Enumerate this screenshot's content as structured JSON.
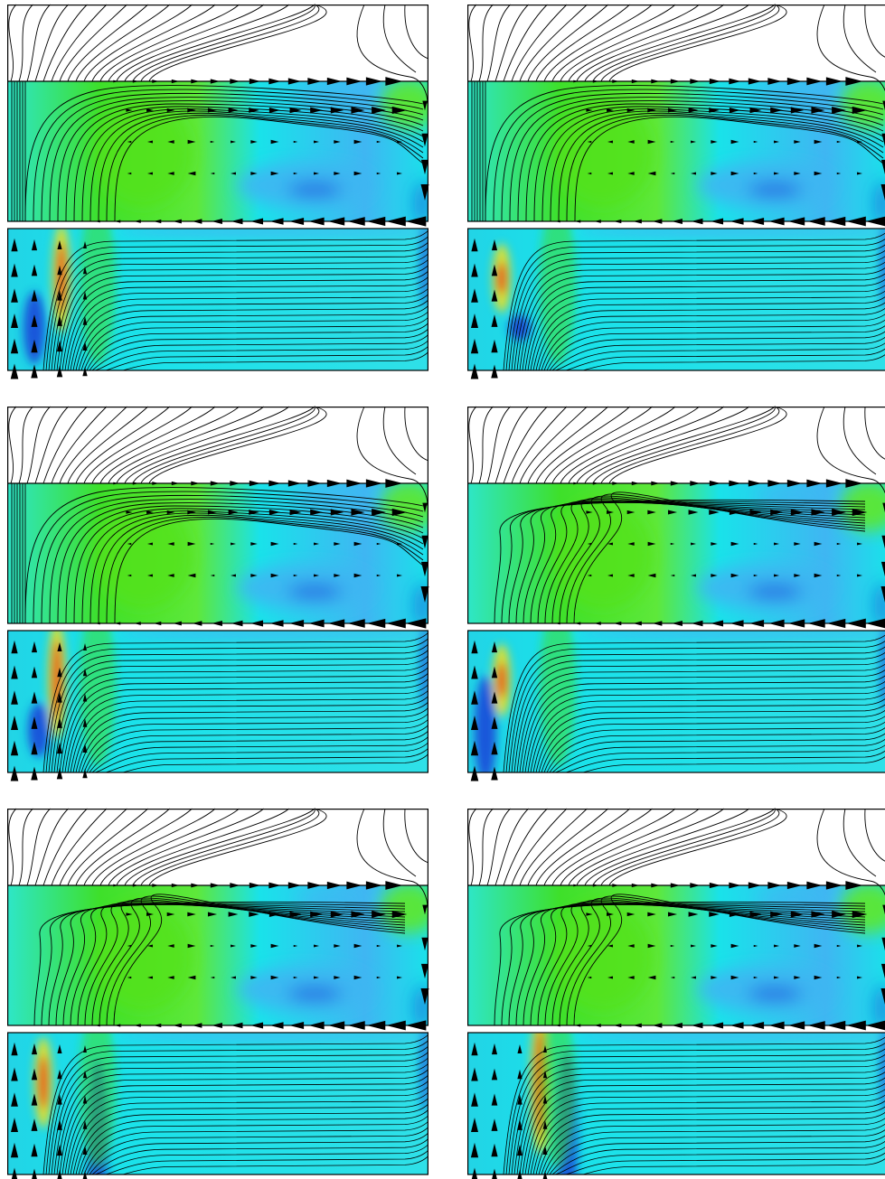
{
  "figure": {
    "panel_count": 6,
    "layout": {
      "rows": 3,
      "columns": 2
    },
    "panels": [
      {
        "id": "a",
        "upper": {
          "mode": "sheared-right"
        },
        "lower": {
          "hot": [
            60,
            40
          ],
          "blue": [
            30,
            40
          ]
        }
      },
      {
        "id": "b",
        "upper": {
          "mode": "sheared-right"
        },
        "lower": {
          "hot": [
            38,
            18
          ],
          "blue": [
            58,
            14
          ]
        }
      },
      {
        "id": "c",
        "upper": {
          "mode": "sheared-right"
        },
        "lower": {
          "hot": [
            55,
            45
          ],
          "blue": [
            35,
            30
          ]
        }
      },
      {
        "id": "d",
        "upper": {
          "mode": "folded"
        },
        "lower": {
          "hot": [
            38,
            20
          ],
          "blue": [
            20,
            60
          ]
        }
      },
      {
        "id": "e",
        "upper": {
          "mode": "folded"
        },
        "lower": {
          "hot": [
            40,
            30
          ],
          "blue": [
            100,
            80
          ]
        }
      },
      {
        "id": "f",
        "upper": {
          "mode": "folded"
        },
        "lower": {
          "hot": [
            80,
            60
          ],
          "blue": [
            110,
            90
          ]
        }
      }
    ],
    "colors": {
      "frame": "#000000",
      "green": "#3ee02a",
      "cyan": "#19e2ea",
      "light_blue": "#3fb6f2",
      "blue": "#1540d8",
      "red": "#e6221a",
      "yellow": "#f0e020"
    }
  }
}
